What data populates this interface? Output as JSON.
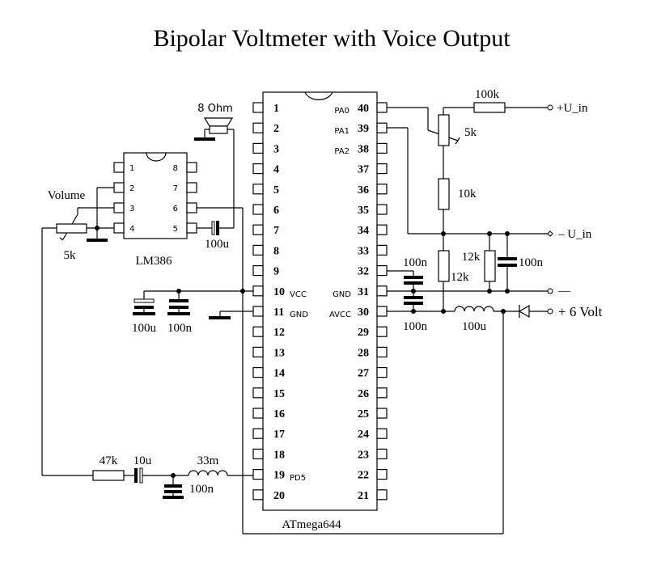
{
  "title": "Bipolar Voltmeter with Voice Output",
  "mcu": {
    "name": "ATmega644",
    "left_pins": [
      "1",
      "2",
      "3",
      "4",
      "5",
      "6",
      "7",
      "8",
      "9",
      "10",
      "11",
      "12",
      "13",
      "14",
      "15",
      "16",
      "17",
      "18",
      "19",
      "20"
    ],
    "right_pins": [
      "40",
      "39",
      "38",
      "37",
      "36",
      "35",
      "34",
      "33",
      "32",
      "31",
      "30",
      "29",
      "28",
      "27",
      "26",
      "25",
      "24",
      "23",
      "22",
      "21"
    ],
    "signals": {
      "pin10": "VCC",
      "pin11": "GND",
      "pin19": "PD5",
      "pin40": "PA0",
      "pin39": "PA1",
      "pin38": "PA2",
      "pin31": "GND",
      "pin30": "AVCC"
    }
  },
  "amp": {
    "name": "LM386",
    "left_pins": [
      "1",
      "2",
      "3",
      "4"
    ],
    "right_pins": [
      "8",
      "7",
      "6",
      "5"
    ]
  },
  "labels": {
    "speaker": "8 Ohm",
    "volume": "Volume",
    "volume_pot": "5k",
    "amp_out_cap": "100u",
    "vcc_cap_elec": "100u",
    "vcc_cap_cer": "100n",
    "r_100k": "100k",
    "pot_5k": "5k",
    "r_10k": "10k",
    "r_12k_a": "12k",
    "r_12k_b": "12k",
    "c_100n_a": "100n",
    "c_100n_b": "100n",
    "c_100n_c": "100n",
    "l_100u": "100u",
    "r_47k": "47k",
    "c_10u": "10u",
    "l_33m": "33m",
    "c_100n_filter": "100n"
  },
  "terminals": {
    "plus_u_in": "+U_in",
    "minus_u_in": "– U_in",
    "ground": "—",
    "plus_6v": "+ 6 Volt"
  }
}
